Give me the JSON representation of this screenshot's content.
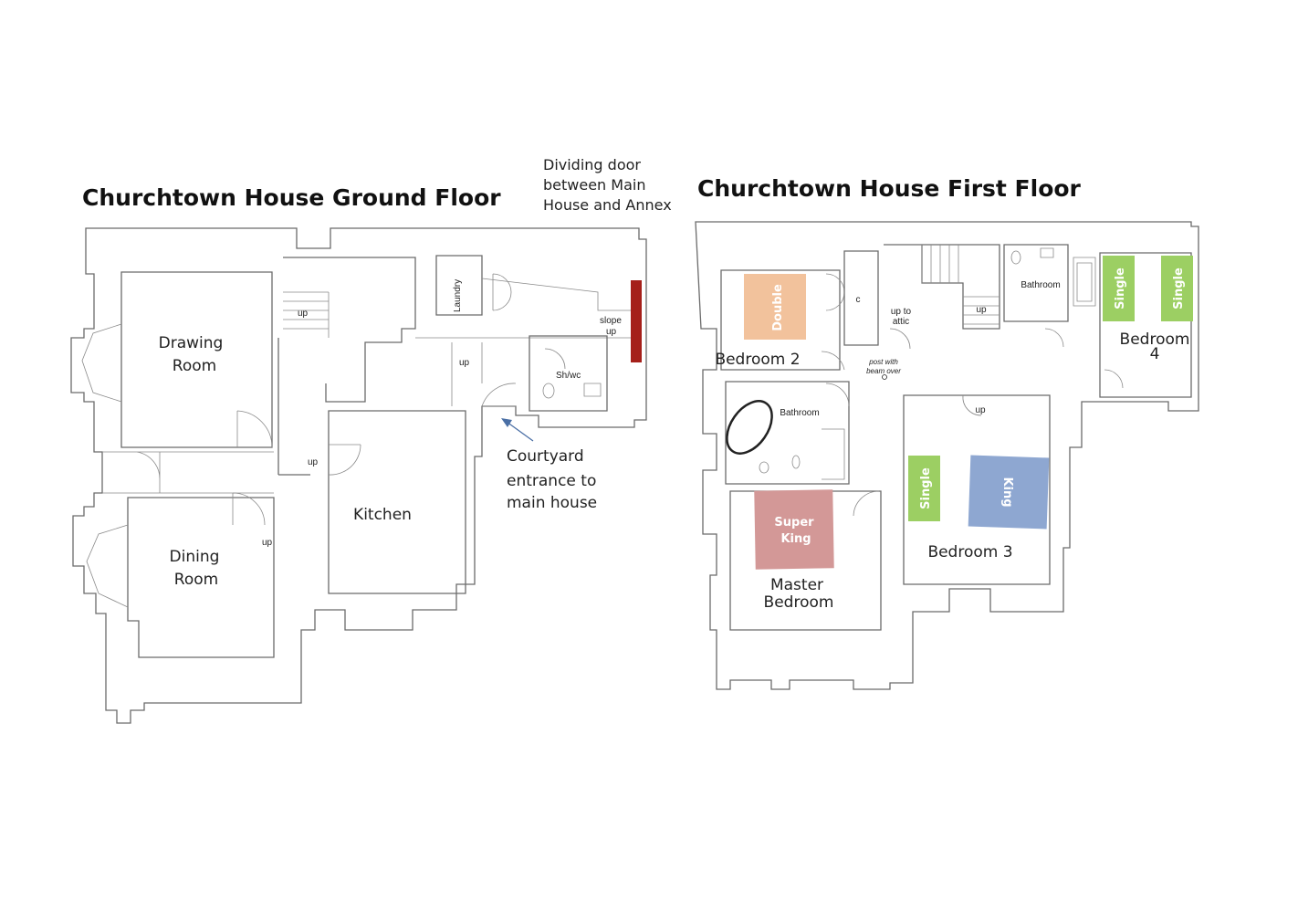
{
  "ground_floor": {
    "title": "Churchtown House Ground Floor",
    "rooms": {
      "drawing": [
        "Drawing",
        "Room"
      ],
      "dining": [
        "Dining",
        "Room"
      ],
      "kitchen": "Kitchen",
      "laundry": "Laundry",
      "shower_wc": "Sh/wc"
    },
    "stair_labels": [
      "up",
      "up",
      "up",
      "up"
    ],
    "slope": [
      "slope",
      "up"
    ],
    "annotations": {
      "dividing_door": [
        "Dividing door",
        "between Main",
        "House and Annex"
      ],
      "courtyard": [
        "Courtyard",
        "entrance to",
        "main house"
      ]
    }
  },
  "first_floor": {
    "title": "Churchtown House First Floor",
    "rooms": {
      "bedroom2": "Bedroom 2",
      "bathroom_top": "Bathroom",
      "bathroom_left": "Bathroom",
      "bedroom3": "Bedroom 3",
      "bedroom4": [
        "Bedroom",
        "4"
      ],
      "master": [
        "Master",
        "Bedroom"
      ],
      "cupboard": "c"
    },
    "up_to_attic": [
      "up to",
      "attic"
    ],
    "stair_labels": [
      "up",
      "up"
    ],
    "post_note": [
      "post with",
      "beam over"
    ],
    "beds": {
      "double": "Double",
      "single_a": "Single",
      "single_b": "Single",
      "single_c": "Single",
      "king": "King",
      "super_king": [
        "Super",
        "King"
      ]
    }
  },
  "colors": {
    "double": "#f2c29c",
    "single": "#9ccf63",
    "king": "#8ea7d1",
    "super_king": "#d39897",
    "dividing_door": "#a5201a",
    "arrow": "#4a6fa5"
  }
}
